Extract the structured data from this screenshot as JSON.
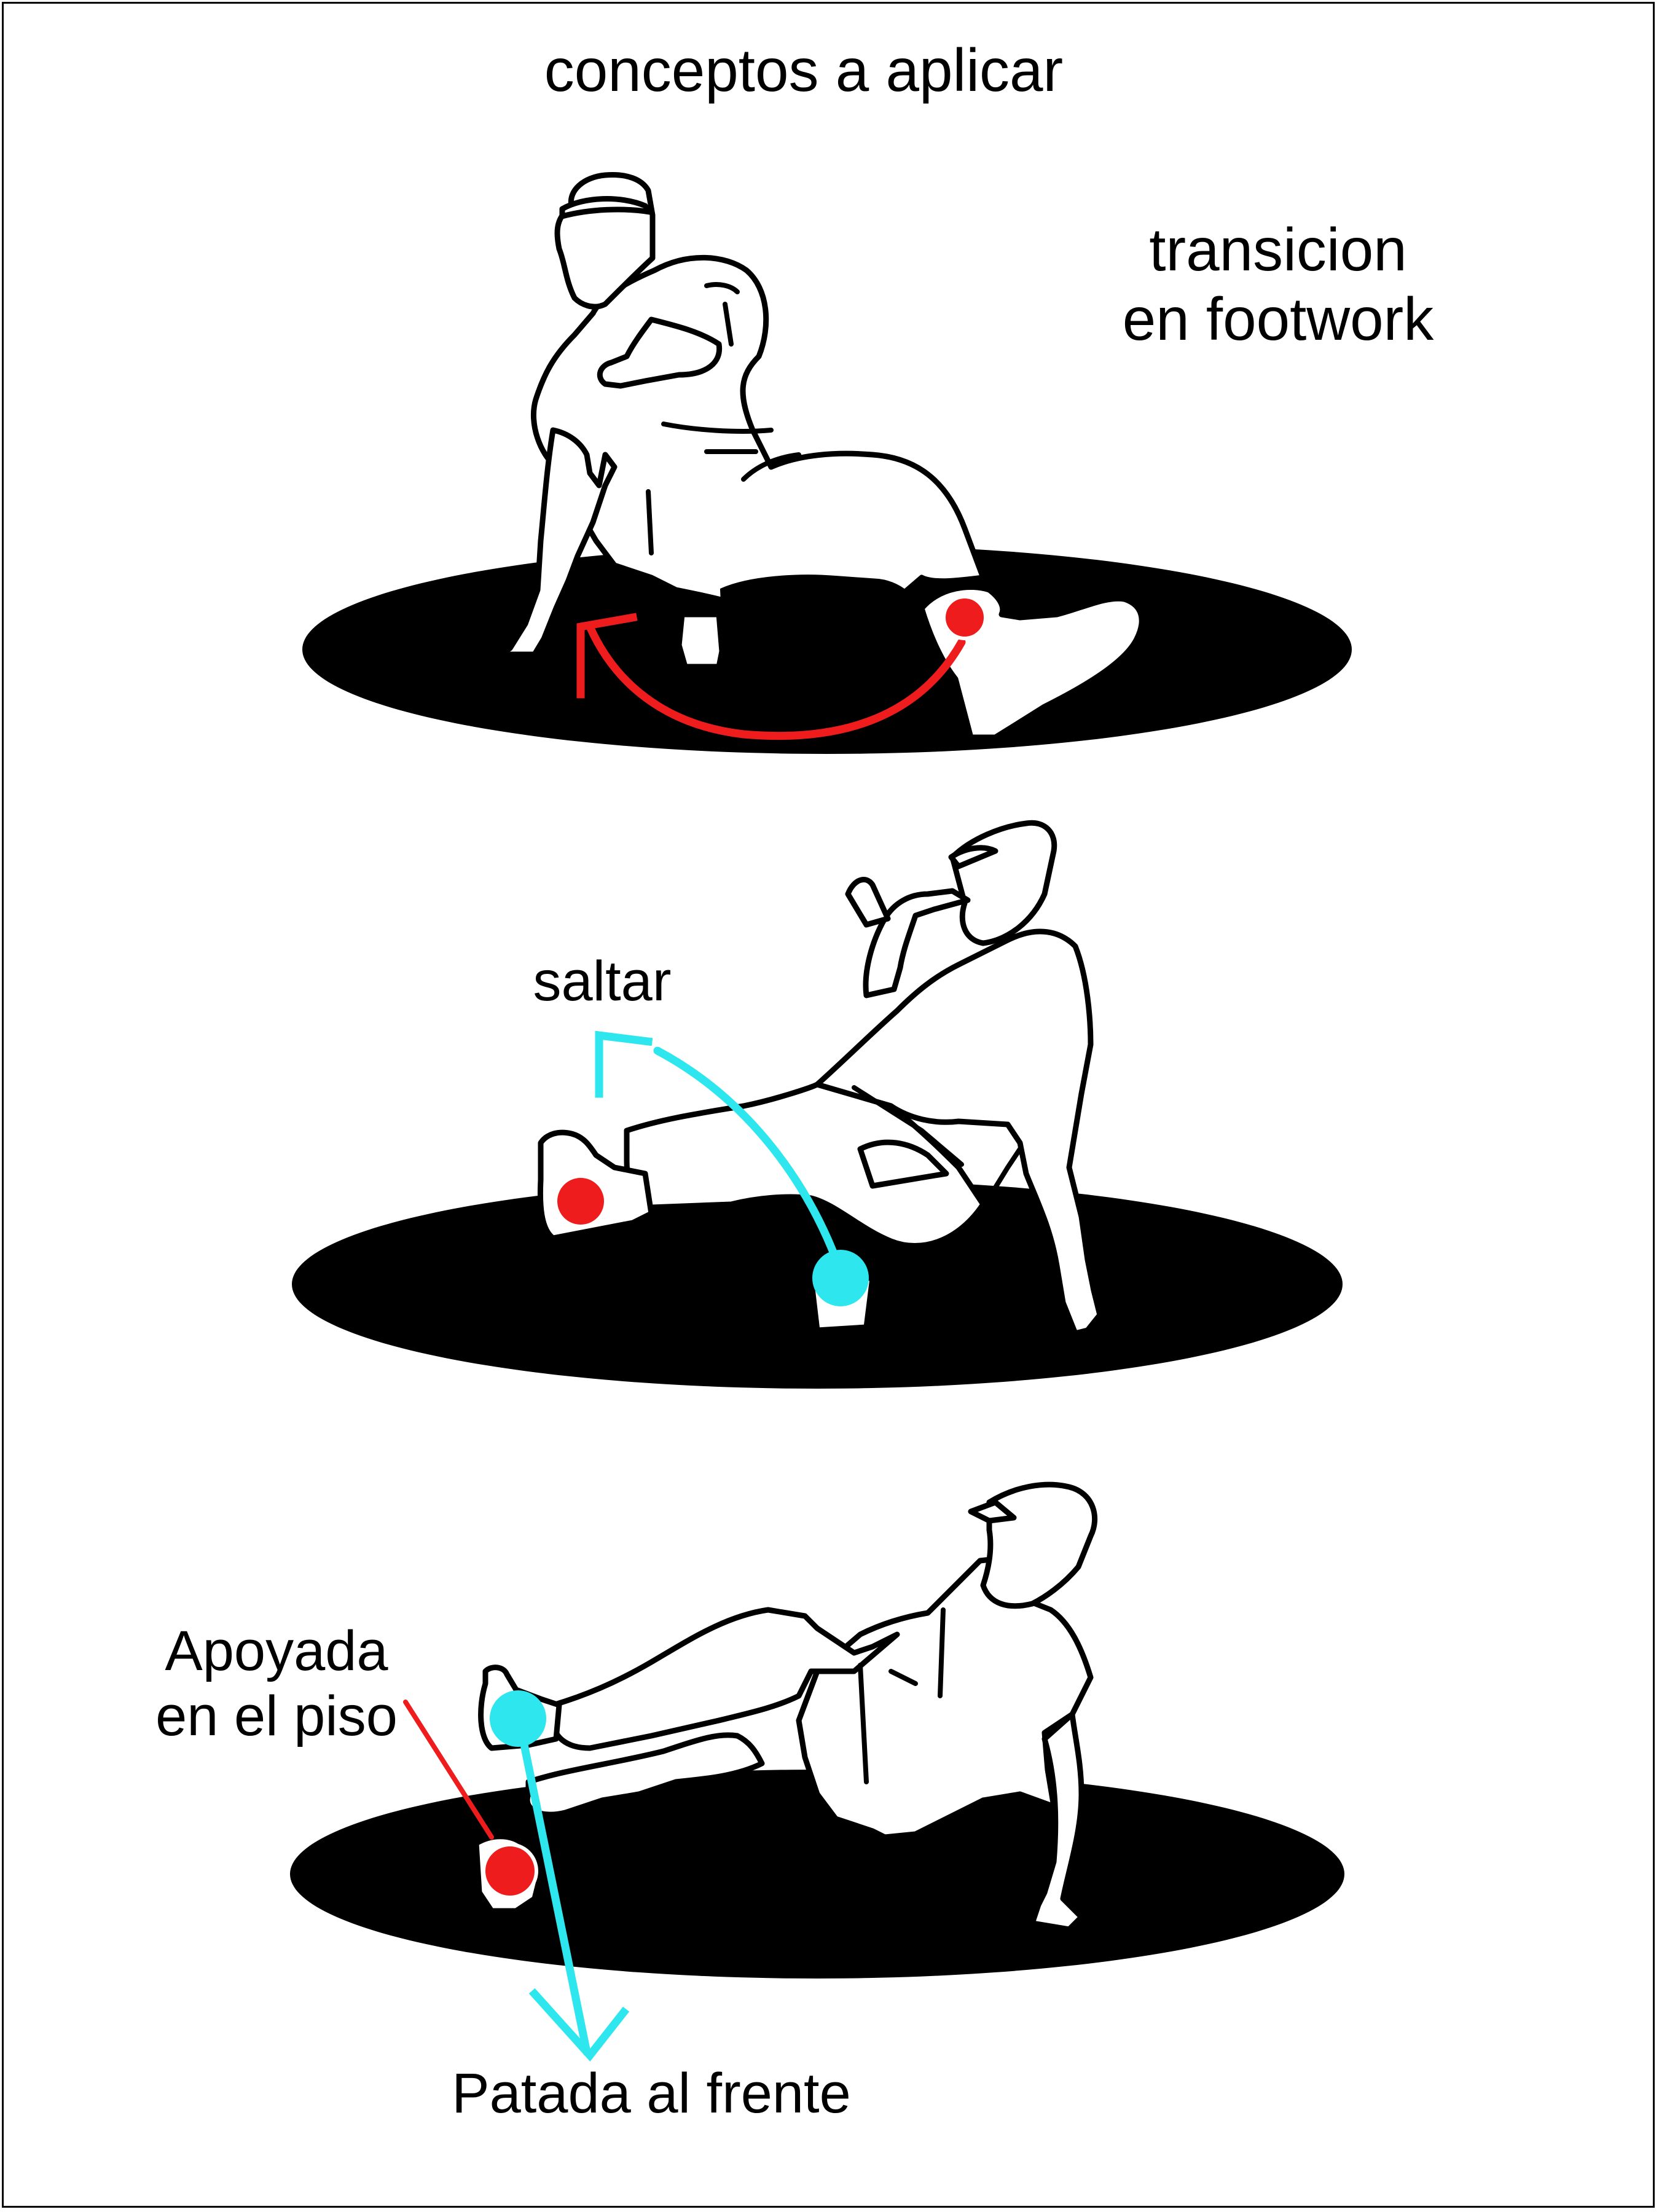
{
  "title": "conceptos a aplicar",
  "side_note": [
    "transicion",
    "en footwork"
  ],
  "labels": {
    "jump": "saltar",
    "floor_support": [
      "Apoyada",
      "en el piso"
    ],
    "front_kick": "Patada al frente"
  },
  "colors": {
    "support_point": "#ee1c1c",
    "motion_arrow_cyan": "#2ee6ee",
    "floor_disc": "#000000",
    "figure_outline": "#000000",
    "background": "#ffffff"
  },
  "panels": [
    {
      "name": "panel-1",
      "markers": [
        "red-dot"
      ],
      "arrow": "red-curved-arrow"
    },
    {
      "name": "panel-2",
      "markers": [
        "red-dot",
        "cyan-dot"
      ],
      "arrow": "cyan-curved-arrow"
    },
    {
      "name": "panel-3",
      "markers": [
        "red-dot",
        "cyan-dot"
      ],
      "arrow": "cyan-straight-arrow"
    }
  ]
}
